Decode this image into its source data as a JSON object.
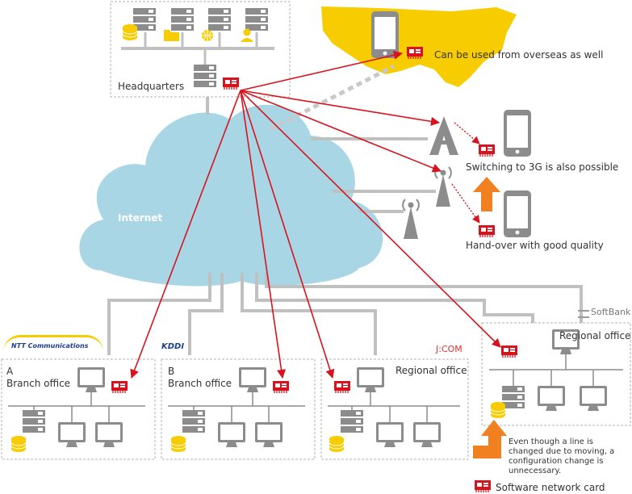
{
  "labels": {
    "headquarters": "Headquarters",
    "internet": "Internet",
    "overseas": "Can be used from overseas as well",
    "switching_3g": "Switching to 3G is also possible",
    "handover": "Hand-over with good quality",
    "branch_a_letter": "A",
    "branch_a_name": "Branch office",
    "branch_b_letter": "B",
    "branch_b_name": "Branch office",
    "regional_office_1": "Regional office",
    "regional_office_2": "Regional office",
    "moving_note": "Even though a line is changed due to moving, a configuration change is unnecessary.",
    "legend": "Software network card"
  },
  "logos": {
    "ntt": "NTT Communications",
    "kddi": "KDDI",
    "jcom": "J:COM",
    "softbank": "SoftBank"
  },
  "colors": {
    "link_red": "#d7141e",
    "cloud": "#a9d6e5",
    "yellow": "#f7cc00",
    "orange": "#f08020",
    "gray": "#8c8c8c",
    "cable": "#c0c0c0"
  },
  "icons": {
    "server": "server-icon",
    "database": "database-icon",
    "folder": "folder-icon",
    "globe": "globe-icon",
    "user": "user-icon",
    "monitor": "monitor-icon",
    "smartphone": "smartphone-icon",
    "antenna": "antenna-icon",
    "network_card": "network-card-icon",
    "arrow_up": "up-arrow-icon"
  }
}
